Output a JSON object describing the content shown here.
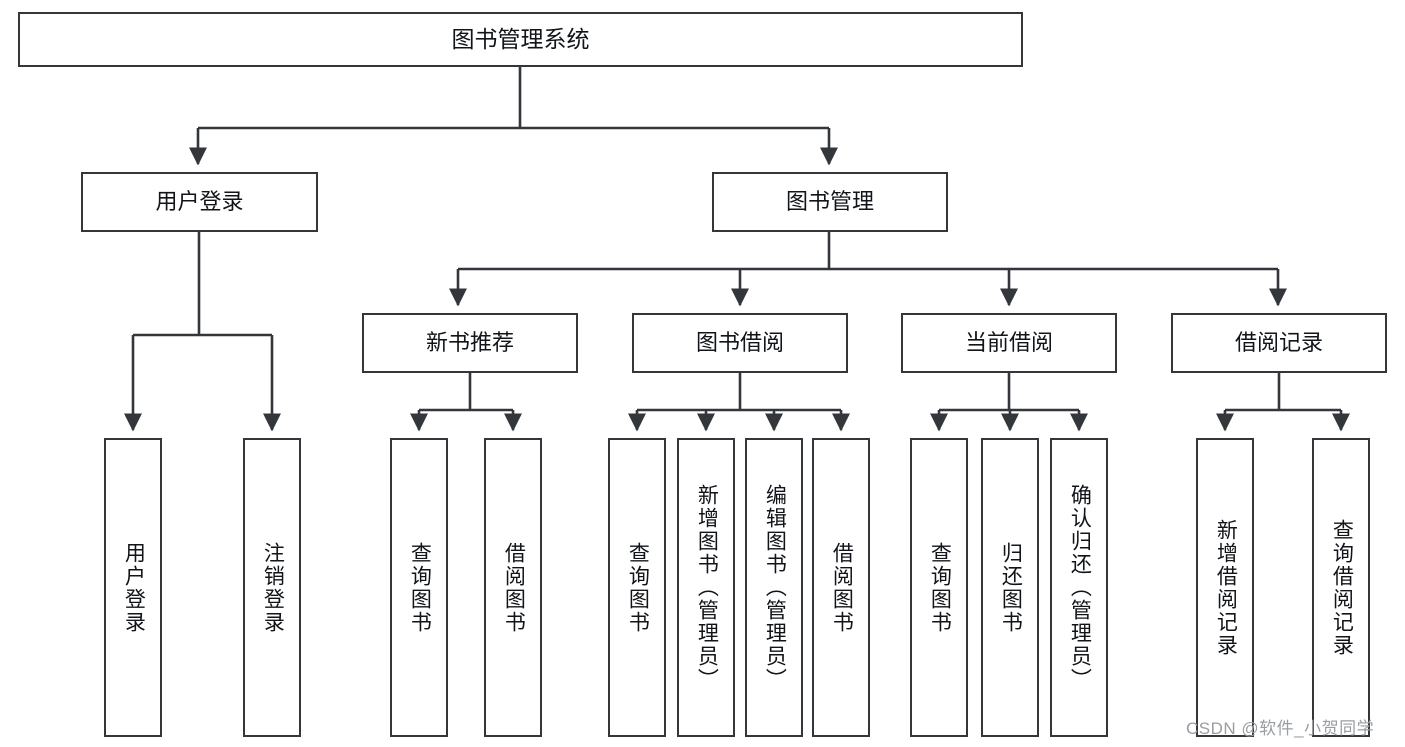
{
  "diagram": {
    "type": "tree",
    "title": "图书管理系统",
    "orientation": "top-down",
    "colors": {
      "stroke": "#33373b",
      "node_fill": "#ffffff",
      "text": "#111418",
      "watermark": "#9a9da1",
      "background": "#ffffff"
    },
    "root": {
      "id": "root",
      "label": "图书管理系统"
    },
    "level2": [
      {
        "id": "user-login",
        "label": "用户登录"
      },
      {
        "id": "book-manage",
        "label": "图书管理"
      }
    ],
    "level3": [
      {
        "id": "new-book-recommend",
        "label": "新书推荐",
        "parent": "book-manage"
      },
      {
        "id": "book-borrow",
        "label": "图书借阅",
        "parent": "book-manage"
      },
      {
        "id": "current-borrow",
        "label": "当前借阅",
        "parent": "book-manage"
      },
      {
        "id": "borrow-record",
        "label": "借阅记录",
        "parent": "book-manage"
      }
    ],
    "leaves": {
      "user_login": [
        {
          "id": "leaf-user-login",
          "label": "用户登录"
        },
        {
          "id": "leaf-user-logout",
          "label": "注销登录"
        }
      ],
      "new_book_recommend": [
        {
          "id": "leaf-query-book-1",
          "label": "查询图书"
        },
        {
          "id": "leaf-borrow-book-1",
          "label": "借阅图书"
        }
      ],
      "book_borrow": [
        {
          "id": "leaf-query-book-2",
          "label": "查询图书"
        },
        {
          "id": "leaf-add-book",
          "label": "新增图书（管理员）"
        },
        {
          "id": "leaf-edit-book",
          "label": "编辑图书（管理员）"
        },
        {
          "id": "leaf-borrow-book-2",
          "label": "借阅图书"
        }
      ],
      "current_borrow": [
        {
          "id": "leaf-query-book-3",
          "label": "查询图书"
        },
        {
          "id": "leaf-return-book",
          "label": "归还图书"
        },
        {
          "id": "leaf-confirm-return",
          "label": "确认归还（管理员）"
        }
      ],
      "borrow_record": [
        {
          "id": "leaf-add-record",
          "label": "新增借阅记录"
        },
        {
          "id": "leaf-query-record",
          "label": "查询借阅记录"
        }
      ]
    },
    "watermark": "CSDN @软件_小贺同学"
  }
}
